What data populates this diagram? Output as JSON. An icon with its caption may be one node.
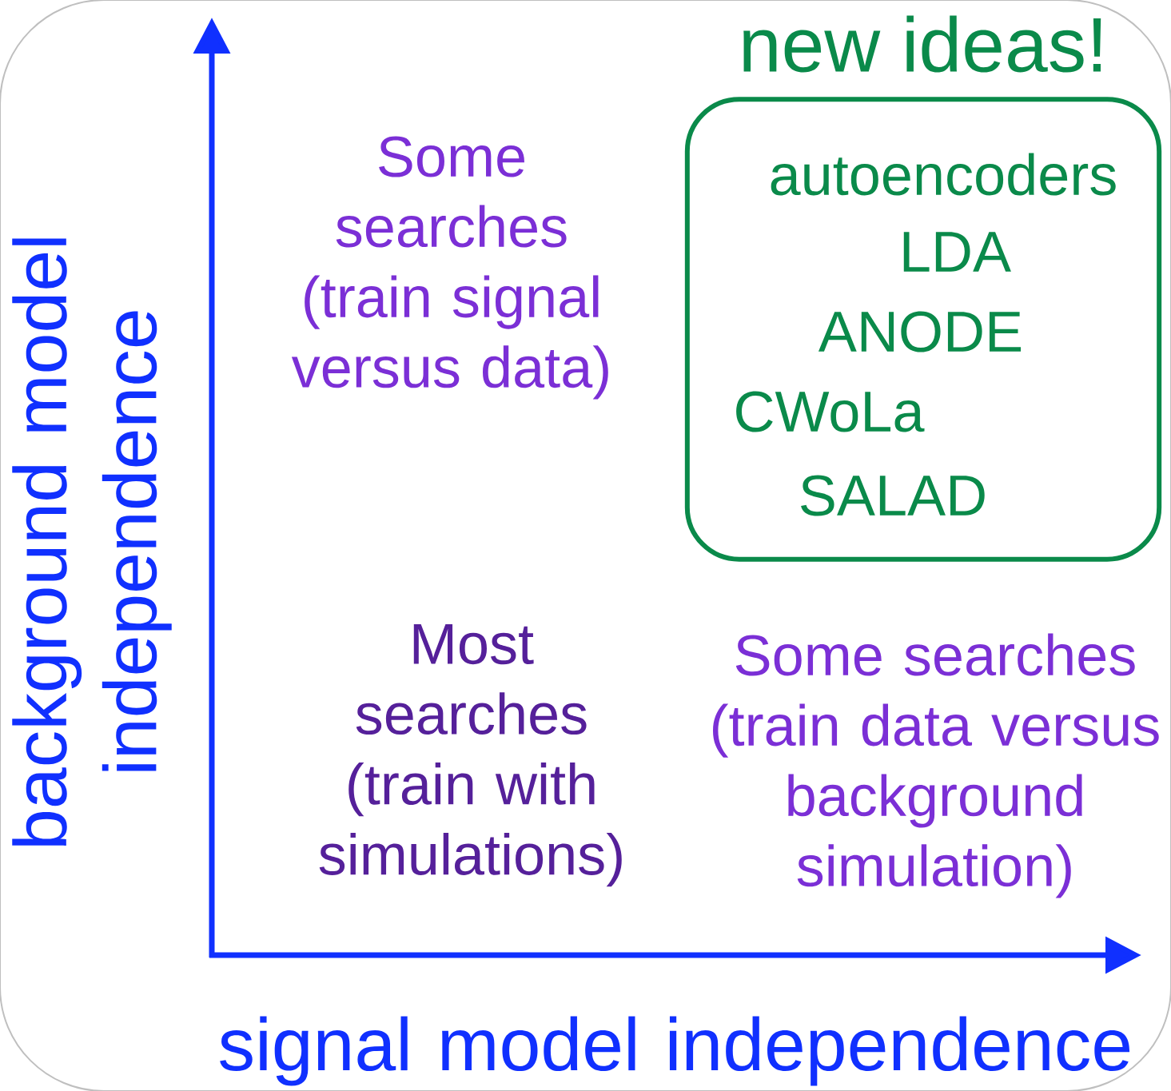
{
  "diagram": {
    "nodes": [
      {
        "text": [
          "new ideas!",
          "autoencoders",
          "LDA",
          "ANODE",
          "CWoLa",
          "SALAD"
        ]
      }
    ],
    "labels": [
      "Some searches (train signal versus data)",
      "Most searches (train with simulations)",
      "Some searches (train data versus background simulation)",
      "background model independence",
      "signal model independence"
    ]
  }
}
